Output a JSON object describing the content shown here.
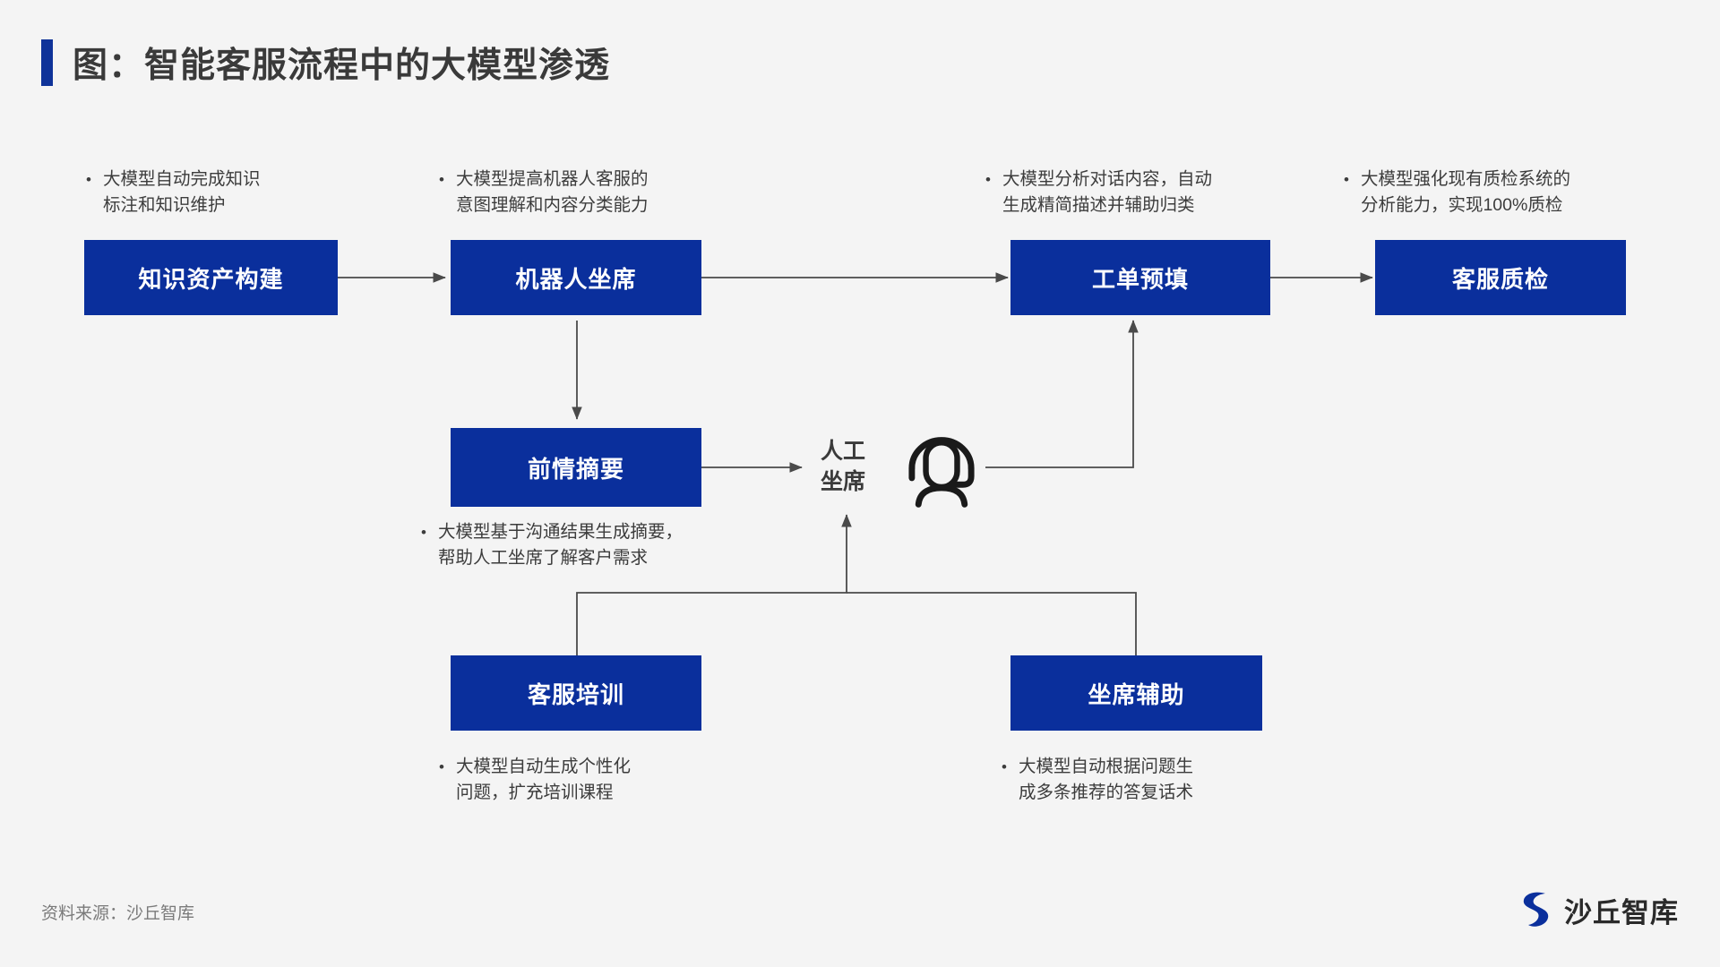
{
  "page": {
    "background_color": "#f4f4f4",
    "accent_color": "#0a2f9c",
    "text_color": "#3c3c3c"
  },
  "header": {
    "title": "图：智能客服流程中的大模型渗透"
  },
  "flow": {
    "boxes": [
      {
        "id": "knowledge-asset",
        "label": "知识资产构建"
      },
      {
        "id": "robot-agent",
        "label": "机器人坐席"
      },
      {
        "id": "ticket-prefill",
        "label": "工单预填"
      },
      {
        "id": "service-qa",
        "label": "客服质检"
      },
      {
        "id": "context-summary",
        "label": "前情摘要"
      },
      {
        "id": "agent-training",
        "label": "客服培训"
      },
      {
        "id": "agent-assist",
        "label": "坐席辅助"
      }
    ],
    "manual_agent": {
      "label": "人工\n坐席",
      "icon": "headset-agent-icon"
    }
  },
  "notes": [
    {
      "id": "note-knowledge-asset",
      "text": "大模型自动完成知识\n标注和知识维护"
    },
    {
      "id": "note-robot-agent",
      "text": "大模型提高机器人客服的\n意图理解和内容分类能力"
    },
    {
      "id": "note-ticket-prefill",
      "text": "大模型分析对话内容，自动\n生成精简描述并辅助归类"
    },
    {
      "id": "note-service-qa",
      "text": "大模型强化现有质检系统的\n分析能力，实现100%质检"
    },
    {
      "id": "note-context-summary",
      "text": "大模型基于沟通结果生成摘要，\n帮助人工坐席了解客户需求"
    },
    {
      "id": "note-agent-training",
      "text": "大模型自动生成个性化\n问题，扩充培训课程"
    },
    {
      "id": "note-agent-assist",
      "text": "大模型自动根据问题生\n成多条推荐的答复话术"
    }
  ],
  "footer": {
    "source": "资料来源：沙丘智库",
    "brand_name": "沙丘智库"
  }
}
